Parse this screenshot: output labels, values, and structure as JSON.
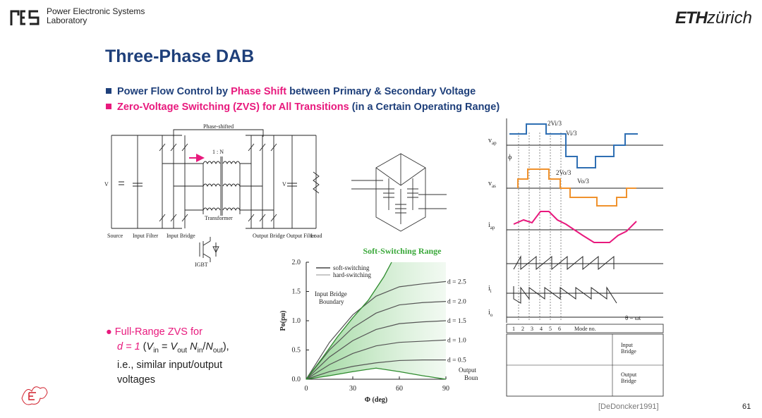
{
  "header": {
    "lab_line1": "Power Electronic Systems",
    "lab_line2": "Laboratory",
    "eth_bold": "ETH",
    "eth_rest": "zürich"
  },
  "slide": {
    "title": "Three-Phase DAB",
    "bullet1": {
      "a": "Power Flow Control by ",
      "b": "Phase Shift",
      "c": " between Primary & Secondary Voltage"
    },
    "bullet2": {
      "a": "Zero-Voltage Switching (ZVS) for All Transitions",
      "b": " (in a Certain Operating Range)"
    },
    "note": {
      "line1": "Full-Range ZVS for",
      "d_eq": "d = 1",
      "line3": "i.e., similar input/output",
      "line4": "voltages"
    },
    "reference": "[DeDoncker1991]",
    "page_number": "61"
  },
  "circuit": {
    "phase_shifted": "Phase-shifted",
    "transformer": "Transformer",
    "ratio": "1 : N",
    "labels": [
      "Source",
      "Input Filter",
      "Input Bridge",
      "Output Bridge",
      "Output Filter",
      "Load"
    ],
    "igbt": "IGBT",
    "vi": "V",
    "vo": "V"
  },
  "chart_data": {
    "type": "line",
    "title": "Soft-Switching Range",
    "xlabel": "Φ (deg)",
    "ylabel": "Po(pu)",
    "xticks": [
      "0",
      "30",
      "60",
      "90"
    ],
    "yticks": [
      "0.0",
      "0.5",
      "1.0",
      "1.5",
      "2.0"
    ],
    "xlim": [
      0,
      90
    ],
    "ylim": [
      0,
      2.0
    ],
    "legend": [
      "soft-switching",
      "hard-switching"
    ],
    "annotations": {
      "input_boundary": [
        "Input Bridge",
        "Boundary"
      ],
      "output_boundary": [
        "Output",
        "Boun"
      ]
    },
    "series": [
      {
        "name": "d = 2.5",
        "x": [
          0,
          15,
          30,
          45,
          60,
          75,
          90
        ],
        "y": [
          0,
          0.63,
          1.1,
          1.42,
          1.58,
          1.63,
          1.67
        ]
      },
      {
        "name": "d = 2.0",
        "x": [
          0,
          15,
          30,
          45,
          60,
          75,
          90
        ],
        "y": [
          0,
          0.5,
          0.88,
          1.13,
          1.27,
          1.31,
          1.33
        ]
      },
      {
        "name": "d = 1.5",
        "x": [
          0,
          15,
          30,
          45,
          60,
          75,
          90
        ],
        "y": [
          0,
          0.38,
          0.66,
          0.85,
          0.95,
          0.98,
          1.0
        ]
      },
      {
        "name": "d = 1.0",
        "x": [
          0,
          15,
          30,
          45,
          60,
          75,
          90
        ],
        "y": [
          0,
          0.25,
          0.44,
          0.57,
          0.63,
          0.65,
          0.67
        ]
      },
      {
        "name": "d = 0.5",
        "x": [
          0,
          15,
          30,
          45,
          60,
          75,
          90
        ],
        "y": [
          0,
          0.13,
          0.22,
          0.28,
          0.32,
          0.33,
          0.33
        ]
      }
    ],
    "input_bridge_boundary": {
      "x": [
        0,
        10,
        20,
        30,
        40,
        50,
        55
      ],
      "y": [
        0,
        0.35,
        0.72,
        1.05,
        1.35,
        1.75,
        2.0
      ]
    },
    "output_bridge_boundary": {
      "x": [
        0,
        15,
        30,
        45,
        60,
        75,
        90
      ],
      "y": [
        0,
        0.06,
        0.13,
        0.19,
        0.13,
        0.06,
        0
      ]
    }
  },
  "waveforms": {
    "vap": "v",
    "vas": "v",
    "iap": "i",
    "ii": "i",
    "io": "i",
    "level_2vi": "2V",
    "level_vi": "V",
    "level_2vo": "2V",
    "level_vo": "V",
    "theta": "θ = ωt",
    "phi": "ϕ",
    "mode_label": "Mode no.",
    "modes": [
      "1",
      "2",
      "3",
      "4",
      "5",
      "6"
    ],
    "input_bridge": [
      "Input",
      "Bridge"
    ],
    "output_bridge": [
      "Output",
      "Bridge"
    ]
  }
}
